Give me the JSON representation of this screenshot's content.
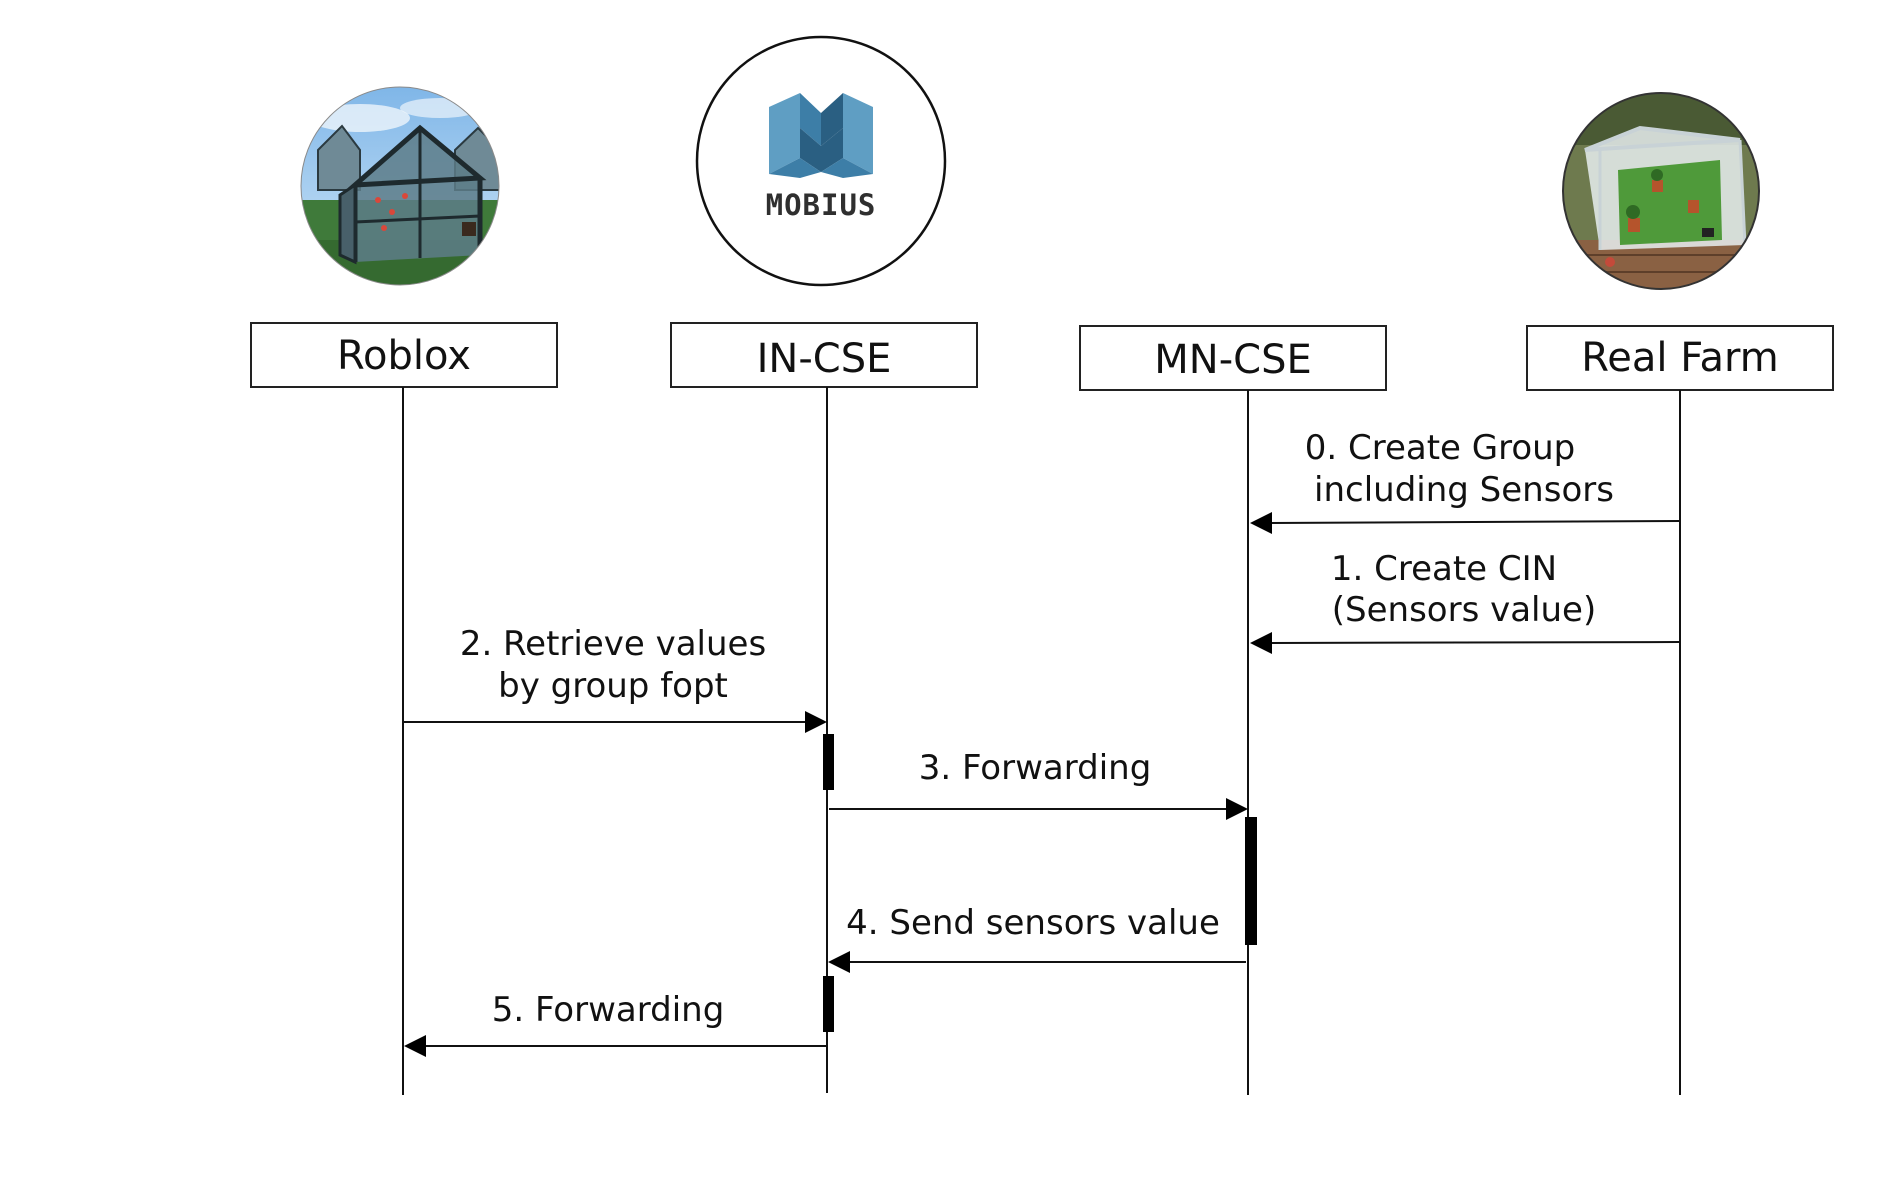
{
  "participants": [
    {
      "id": "roblox",
      "label": "Roblox",
      "image": "roblox-greenhouse-image"
    },
    {
      "id": "in_cse",
      "label": "IN-CSE",
      "image": "mobius-logo"
    },
    {
      "id": "mn_cse",
      "label": "MN-CSE",
      "image": null
    },
    {
      "id": "real_farm",
      "label": "Real Farm",
      "image": "real-farm-greenhouse-photo"
    }
  ],
  "logo": {
    "wordmark": "MOBIUS",
    "colors": {
      "light": "#5f9ec3",
      "mid": "#3d7ea7",
      "dark": "#2a5f82"
    }
  },
  "messages": [
    {
      "id": "m0",
      "from": "real_farm",
      "to": "mn_cse",
      "lines": [
        "0. Create Group",
        "including Sensors"
      ]
    },
    {
      "id": "m1",
      "from": "real_farm",
      "to": "mn_cse",
      "lines": [
        "1. Create CIN",
        "(Sensors value)"
      ]
    },
    {
      "id": "m2",
      "from": "roblox",
      "to": "in_cse",
      "lines": [
        "2. Retrieve values",
        "by group fopt"
      ]
    },
    {
      "id": "m3",
      "from": "in_cse",
      "to": "mn_cse",
      "lines": [
        "3. Forwarding"
      ]
    },
    {
      "id": "m4",
      "from": "mn_cse",
      "to": "in_cse",
      "lines": [
        "4. Send sensors value"
      ]
    },
    {
      "id": "m5",
      "from": "in_cse",
      "to": "roblox",
      "lines": [
        "5. Forwarding"
      ]
    }
  ],
  "colors": {
    "line": "#111111",
    "activation": "#000000",
    "box_border": "#222222"
  }
}
